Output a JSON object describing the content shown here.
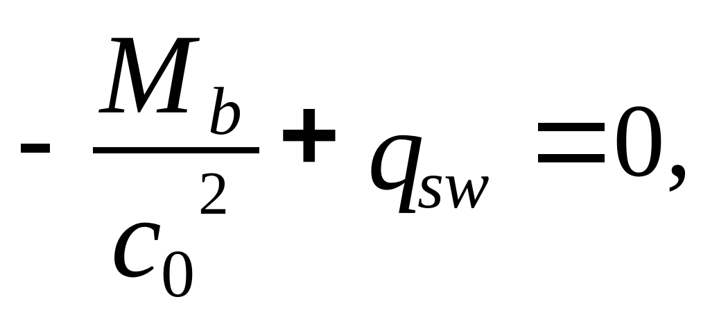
{
  "equation": {
    "leading_sign": "-",
    "numerator": {
      "symbol": "M",
      "subscript": "b"
    },
    "denominator": {
      "symbol": "c",
      "subscript": "0",
      "superscript": "2"
    },
    "operator": "+",
    "term": {
      "symbol": "q",
      "subscript": "sw"
    },
    "relation": "=",
    "rhs": "0",
    "trailing": ","
  }
}
